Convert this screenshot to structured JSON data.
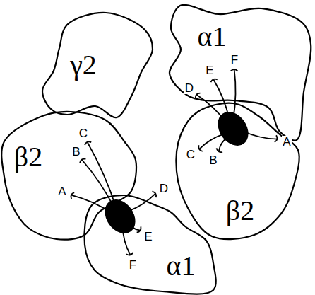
{
  "diagram": {
    "nodes": [
      {
        "text": [
          "γ2"
        ]
      },
      {
        "text": [
          "α1"
        ]
      },
      {
        "text": [
          "β2"
        ]
      },
      {
        "text": [
          "β2"
        ]
      },
      {
        "text": [
          "α1"
        ]
      }
    ],
    "labels": [
      "D",
      "E",
      "F",
      "C",
      "B",
      "A",
      "C",
      "B",
      "A",
      "D",
      "E",
      "F"
    ]
  }
}
